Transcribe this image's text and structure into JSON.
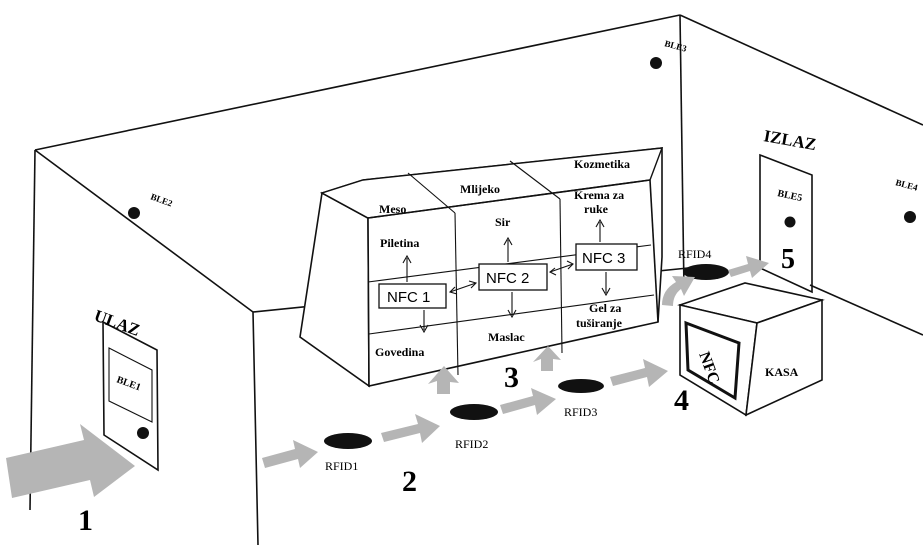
{
  "labels": {
    "entrance": "ULAZ",
    "exit": "IZLAZ",
    "ble1": "BLE1",
    "ble2": "BLE2",
    "ble3": "BLE3",
    "ble4": "BLE4",
    "ble5": "BLE5",
    "rfid1": "RFID1",
    "rfid2": "RFID2",
    "rfid3": "RFID3",
    "rfid4": "RFID4",
    "nfc1": "NFC 1",
    "nfc2": "NFC 2",
    "nfc3": "NFC 3",
    "nfc_checkout": "NFC",
    "checkout": "KASA"
  },
  "sections": {
    "meat": "Meso",
    "milk": "Mlijeko",
    "cosmetics": "Kozmetika"
  },
  "products": {
    "piletina": "Piletina",
    "govedina": "Govedina",
    "sir": "Sir",
    "maslac": "Maslac",
    "krema_1": "Krema za",
    "krema_2": "ruke",
    "gel_1": "Gel za",
    "gel_2": "tuširanje"
  },
  "steps": [
    "1",
    "2",
    "3",
    "4",
    "5"
  ],
  "colors": {
    "arrow": "#b5b5b5",
    "ink": "#111111",
    "background": "#ffffff"
  }
}
